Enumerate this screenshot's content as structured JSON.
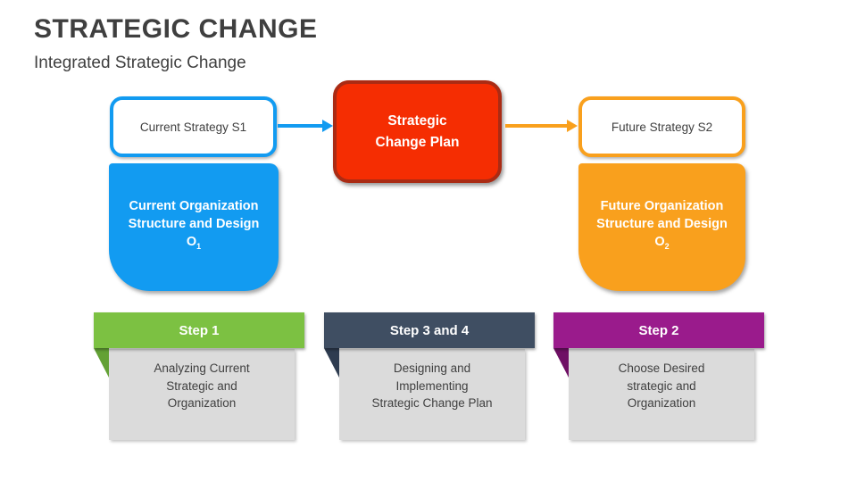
{
  "slide": {
    "title": "STRATEGIC CHANGE",
    "subtitle": "Integrated Strategic Change"
  },
  "flow": {
    "current_strategy": {
      "label": "Current Strategy S1"
    },
    "change_plan": {
      "lines": [
        "Strategic",
        "Change Plan"
      ]
    },
    "future_strategy": {
      "label": "Future Strategy S2"
    },
    "current_org": {
      "lines": [
        "Current Organization",
        "Structure and Design"
      ],
      "symbol": "O",
      "subscript": "1"
    },
    "future_org": {
      "lines": [
        "Future Organization",
        "Structure and Design"
      ],
      "symbol": "O",
      "subscript": "2"
    }
  },
  "steps": [
    {
      "header": "Step 1",
      "lines": [
        "Analyzing Current",
        "Strategic and",
        "Organization"
      ],
      "accent": "#7CC142",
      "fold": "#63A135"
    },
    {
      "header": "Step 3 and 4",
      "lines": [
        "Designing and",
        "Implementing",
        "Strategic Change Plan"
      ],
      "accent": "#3F4E62",
      "fold": "#2E3C50"
    },
    {
      "header": "Step 2",
      "lines": [
        "Choose Desired",
        "strategic and",
        "Organization"
      ],
      "accent": "#9A1B8C",
      "fold": "#6F1065"
    }
  ],
  "colors": {
    "blue": "#129BF1",
    "orange": "#F9A01D",
    "red_fill": "#F52D02",
    "red_border": "#AA2B14",
    "card_body": "#DBDBDB",
    "text": "#3F3F3F"
  }
}
